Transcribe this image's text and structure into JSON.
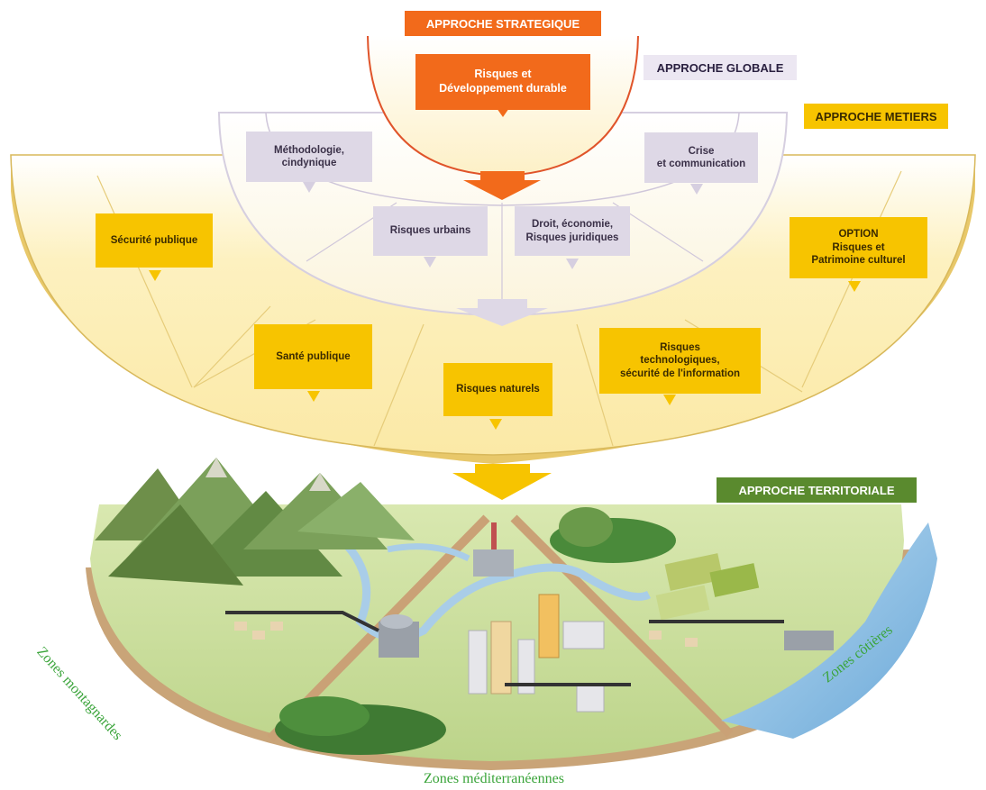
{
  "headers": {
    "strategique": "APPROCHE STRATEGIQUE",
    "globale": "APPROCHE GLOBALE",
    "metiers": "APPROCHE METIERS",
    "territoriale": "APPROCHE TERRITORIALE"
  },
  "colors": {
    "orange": "#f26a1b",
    "yellow": "#f7c400",
    "lilac": "#ded8e6",
    "green_header": "#5a8a2e",
    "zone_text": "#3aa43a",
    "fan_fill": "#fdf3c4"
  },
  "boxes": {
    "risques_dev": "Risques et\nDéveloppement durable",
    "methodologie": "Méthodologie,\ncindynique",
    "crise": "Crise\net communication",
    "risques_urbains": "Risques urbains",
    "droit": "Droit, économie,\nRisques juridiques",
    "securite_publique": "Sécurité publique",
    "option": "OPTION\nRisques et\nPatrimoine culturel",
    "sante_publique": "Santé publique",
    "risques_naturels": "Risques naturels",
    "risques_techno": "Risques\ntechnologiques,\nsécurité de l'information"
  },
  "zones": {
    "montagnardes": "Zones montagnardes",
    "cotieres": "Zones côtières",
    "mediterraneennes": "Zones méditerranéennes"
  }
}
